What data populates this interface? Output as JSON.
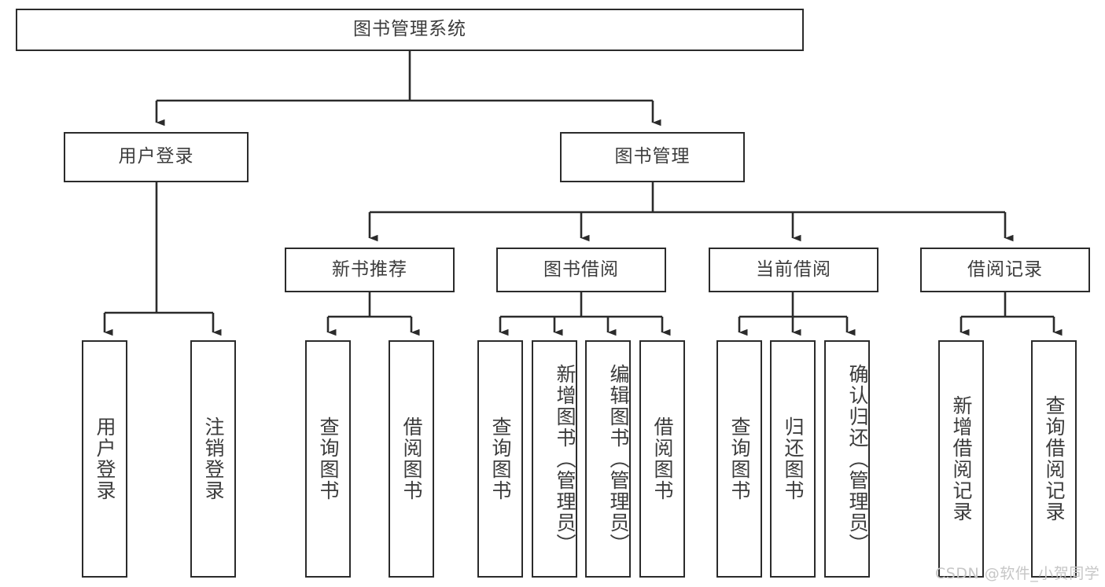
{
  "diagram": {
    "type": "tree",
    "title": "图书管理系统",
    "style": {
      "box_border": "#2b2b2b",
      "box_fill": "#ffffff",
      "text_color": "#3c3c3c",
      "link_color": "#2b2b2b",
      "watermark_color": "#c6c6c6"
    },
    "root": {
      "label": "图书管理系统"
    },
    "level2": [
      {
        "label": "用户登录"
      },
      {
        "label": "图书管理"
      }
    ],
    "level3": [
      {
        "label": "新书推荐"
      },
      {
        "label": "图书借阅"
      },
      {
        "label": "当前借阅"
      },
      {
        "label": "借阅记录"
      }
    ],
    "leaves": {
      "user_login": [
        {
          "label": "用户登录"
        },
        {
          "label": "注销登录"
        }
      ],
      "new_books": [
        {
          "label": "查询图书"
        },
        {
          "label": "借阅图书"
        }
      ],
      "book_borrow": [
        {
          "label": "查询图书"
        },
        {
          "label": "新增图书（管理员）"
        },
        {
          "label": "编辑图书（管理员）"
        },
        {
          "label": "借阅图书"
        }
      ],
      "current_borrow": [
        {
          "label": "查询图书"
        },
        {
          "label": "归还图书"
        },
        {
          "label": "确认归还（管理员）"
        }
      ],
      "borrow_records": [
        {
          "label": "新增借阅记录"
        },
        {
          "label": "查询借阅记录"
        }
      ]
    }
  },
  "watermark": {
    "text": "CSDN @软件_小贺同学"
  }
}
